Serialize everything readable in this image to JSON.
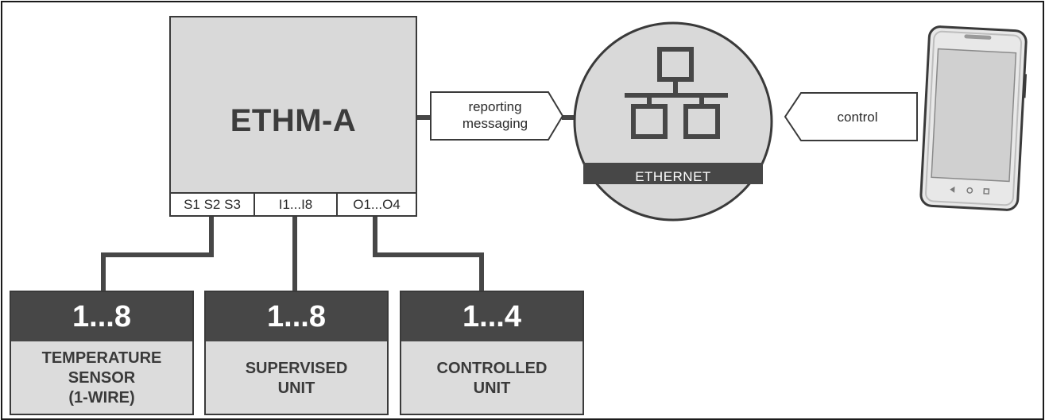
{
  "device": {
    "title": "ETHM-A",
    "ports": [
      "S1 S2 S3",
      "I1...I8",
      "O1...O4"
    ]
  },
  "connections": {
    "reporting": "reporting\nmessaging",
    "control": "control"
  },
  "network": {
    "label": "ETHERNET"
  },
  "units": [
    {
      "count": "1...8",
      "label": "TEMPERATURE\nSENSOR\n(1-WIRE)"
    },
    {
      "count": "1...8",
      "label": "SUPERVISED\nUNIT"
    },
    {
      "count": "1...4",
      "label": "CONTROLLED\nUNIT"
    }
  ],
  "colors": {
    "dark": "#474747",
    "light_fill": "#d9d9d9",
    "line": "#3a3a3a"
  }
}
